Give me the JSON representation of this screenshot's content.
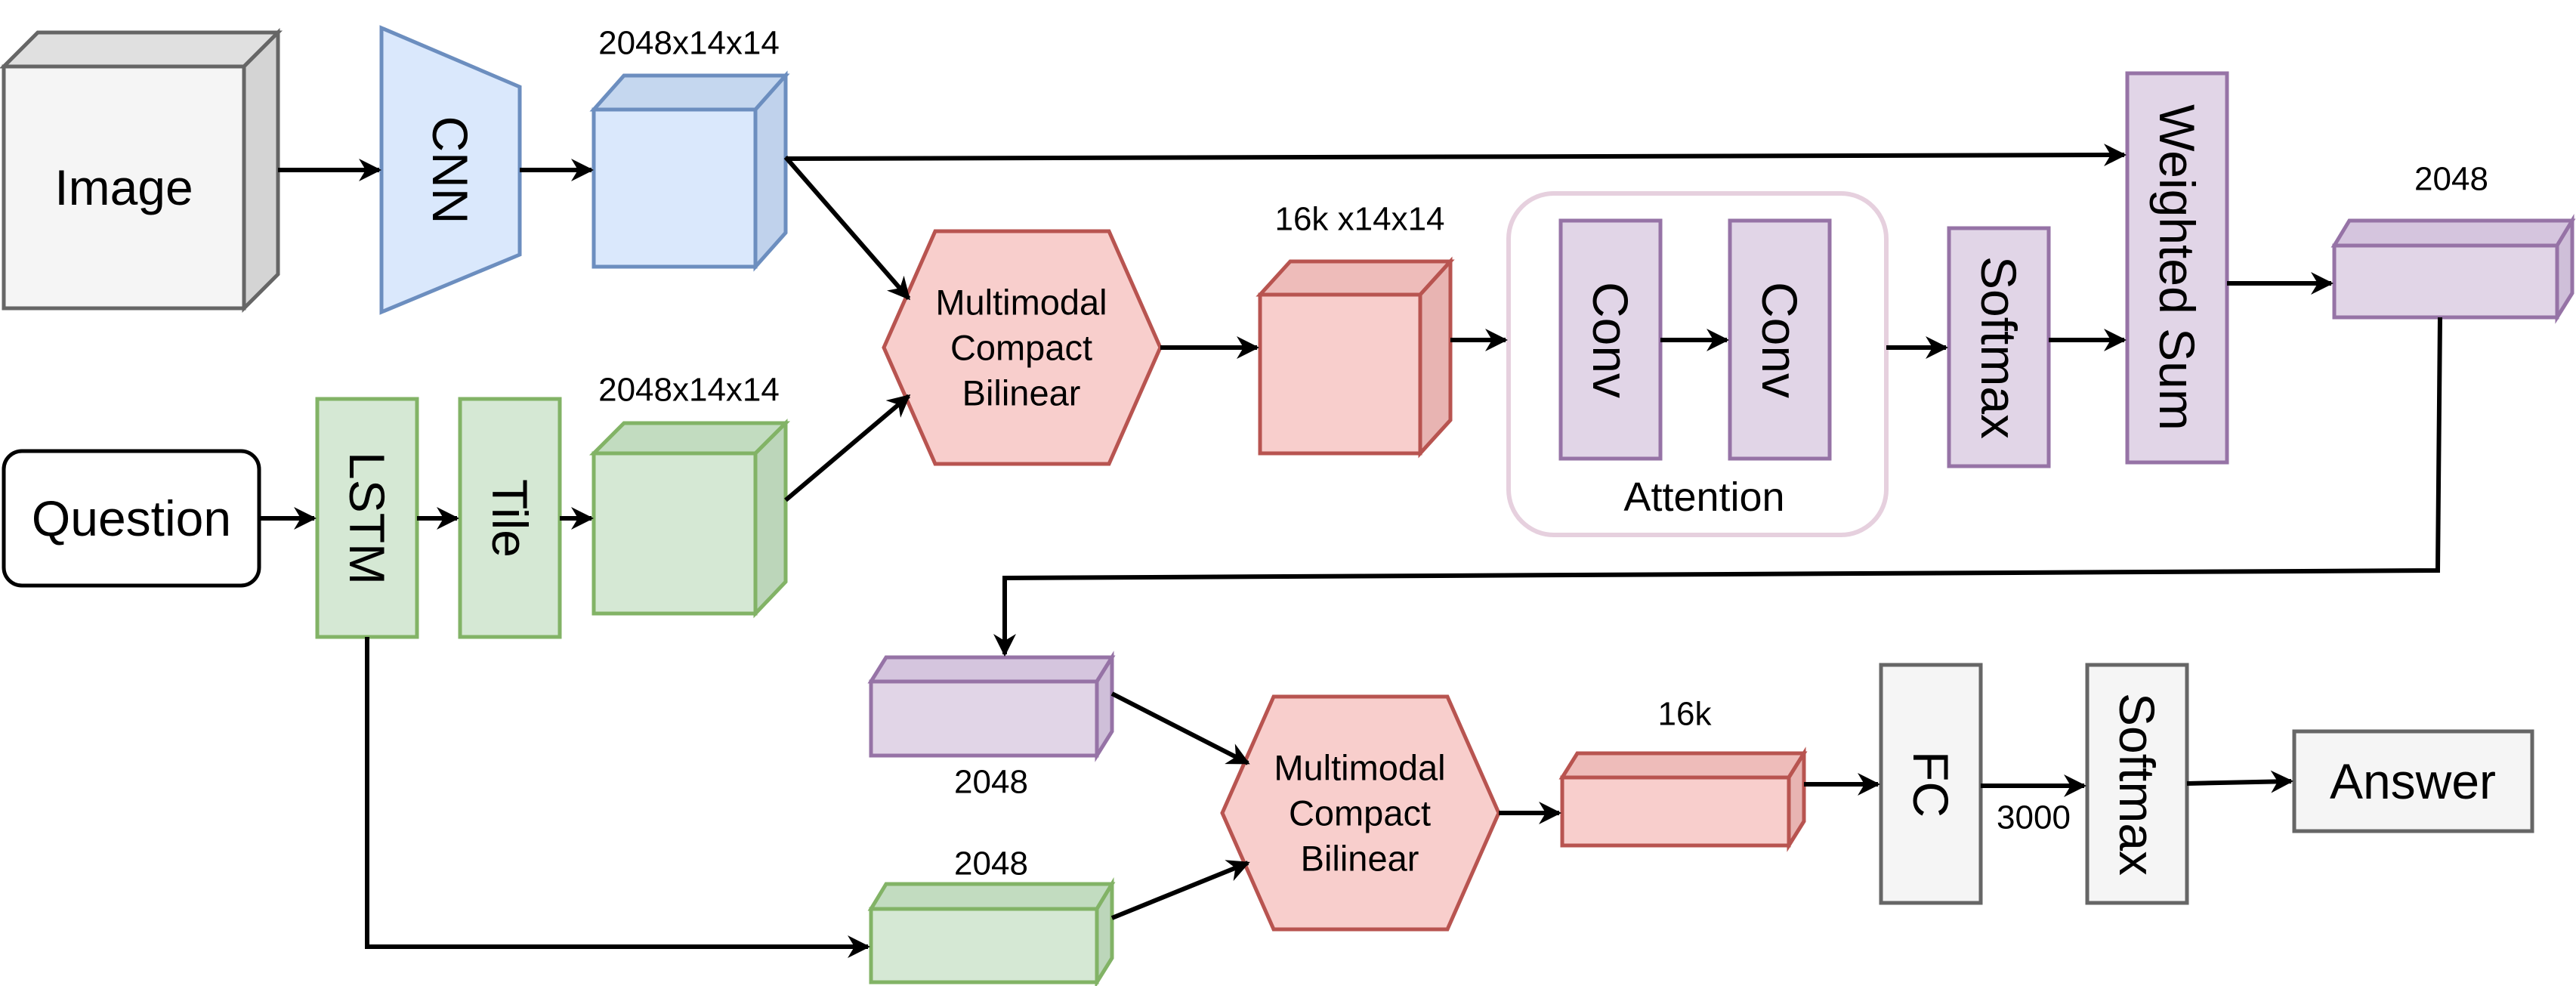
{
  "labels": {
    "image": "Image",
    "question": "Question",
    "cnn": "CNN",
    "lstm": "LSTM",
    "tile": "Tile",
    "mcb_1": [
      "Multimodal",
      "Compact",
      "Bilinear"
    ],
    "mcb_2": [
      "Multimodal",
      "Compact",
      "Bilinear"
    ],
    "conv_1": "Conv",
    "conv_2": "Conv",
    "attention": "Attention",
    "softmax_1": "Softmax",
    "weighted_sum": "Weighted Sum",
    "fc": "FC",
    "softmax_2": "Softmax",
    "answer": "Answer"
  },
  "dims": {
    "cnn_out": "2048x14x14",
    "tile_out": "2048x14x14",
    "mcb1_out": "16k x14x14",
    "wsum_out": "2048",
    "visual_vec": "2048",
    "lstm_vec": "2048",
    "mcb2_out": "16k",
    "fc_out": "3000"
  },
  "colors": {
    "gray_fill": "#f5f5f5",
    "gray_stroke": "#666666",
    "blue_fill": "#dae8fc",
    "blue_stroke": "#6c8ebf",
    "green_fill": "#d5e8d4",
    "green_stroke": "#82b366",
    "red_fill": "#f8cecc",
    "red_stroke": "#b85450",
    "purple_fill": "#e1d5e7",
    "purple_stroke": "#9673a6",
    "attention_stroke": "#e6d0de"
  }
}
